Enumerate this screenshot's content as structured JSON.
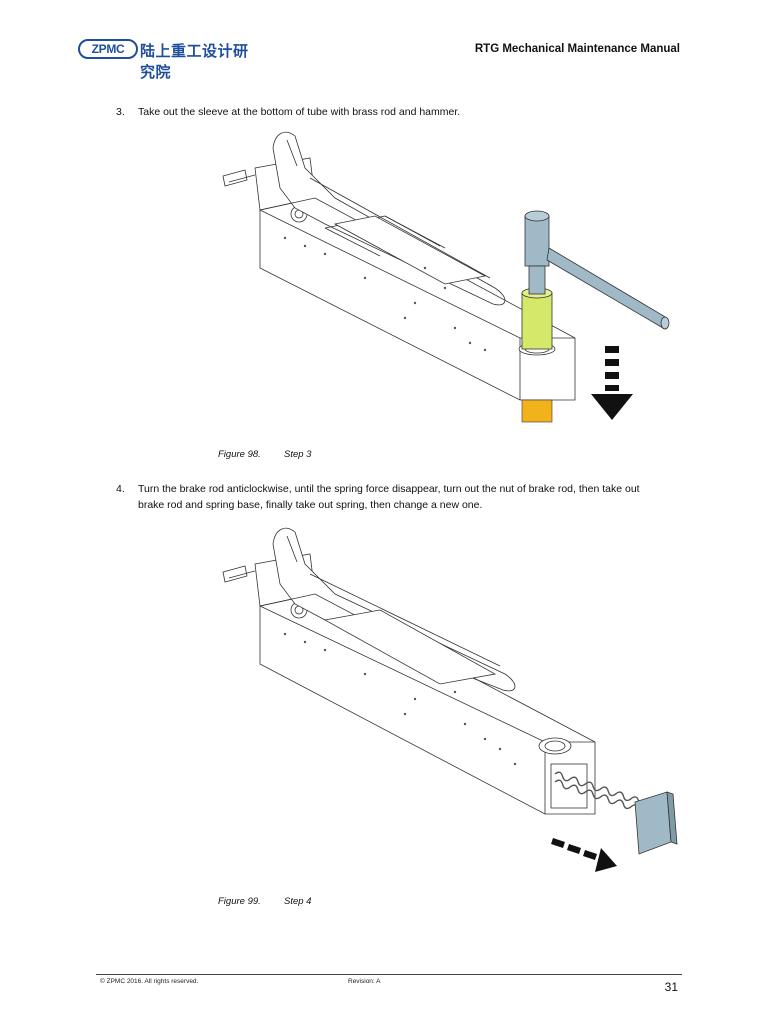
{
  "header": {
    "logo_badge": "ZPMC",
    "logo_text": "陆上重工设计研究院",
    "title": "RTG Mechanical Maintenance Manual"
  },
  "steps": [
    {
      "number": "3.",
      "text": "Take out the sleeve at the bottom of tube with brass rod and hammer."
    },
    {
      "number": "4.",
      "text": "Turn the brake rod anticlockwise, until the spring force disappear, turn out the nut of brake rod, then take out brake rod and spring base, finally take out spring, then change a new one."
    }
  ],
  "figures": [
    {
      "number": "Figure 98.",
      "label": "Step 3"
    },
    {
      "number": "Figure 99.",
      "label": "Step 4"
    }
  ],
  "footer": {
    "copyright": "© ZPMC 2016. All rights reserved.",
    "revision": "Revision: A",
    "page": "31"
  },
  "colors": {
    "brand_blue": "#1f4e9c",
    "sleeve_green": "#d6e86a",
    "sleeve_orange": "#f2b21b",
    "hammer_gray": "#9fb9c6"
  }
}
